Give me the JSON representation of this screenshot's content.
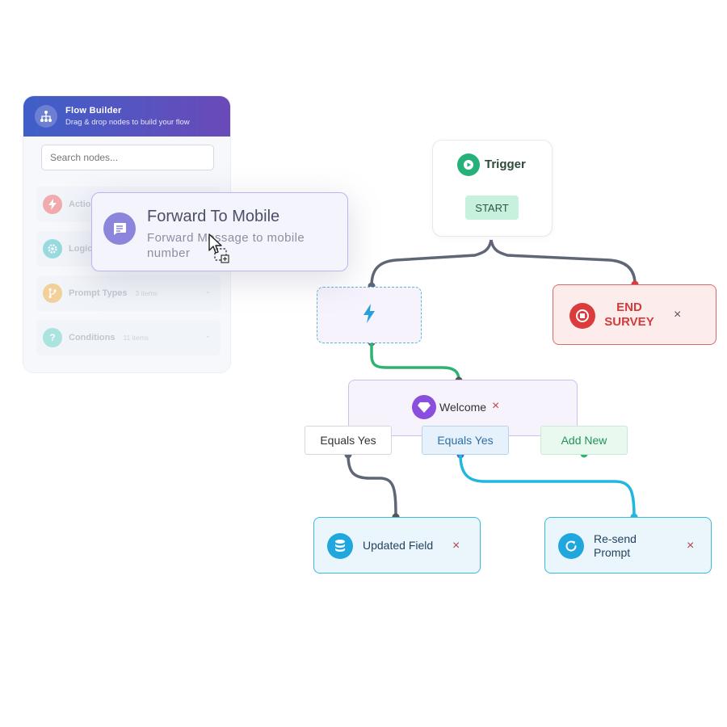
{
  "sidebar": {
    "title": "Flow Builder",
    "subtitle": "Drag & drop nodes to build your flow",
    "search_placeholder": "Search nodes...",
    "categories": [
      {
        "label": "Actions",
        "count": "",
        "color": "#ef6b6b",
        "icon": "lightning-icon"
      },
      {
        "label": "Logic",
        "count": "",
        "color": "#4fc3c8",
        "icon": "gear-icon"
      },
      {
        "label": "Prompt Types",
        "count": "3 items",
        "color": "#f2b04a",
        "icon": "branch-icon"
      },
      {
        "label": "Conditions",
        "count": "11 items",
        "color": "#6fd3c8",
        "icon": "question-icon"
      }
    ]
  },
  "drag_card": {
    "title": "Forward To Mobile",
    "description": "Forward Message to mobile number",
    "icon": "message-icon",
    "color": "#8b86dc"
  },
  "flow": {
    "trigger": {
      "title": "Trigger",
      "button": "START",
      "color": "#26b17a"
    },
    "action_slot": {
      "icon": "lightning-icon",
      "color": "#2a9fd8"
    },
    "end": {
      "line1": "END",
      "line2": "SURVEY",
      "color": "#dc3b3b"
    },
    "welcome": {
      "label": "Welcome",
      "color": "#8a4fdd"
    },
    "branches": [
      {
        "label": "Equals  Yes"
      },
      {
        "label": "Equals  Yes"
      },
      {
        "label": "Add New"
      }
    ],
    "leaves": [
      {
        "label": "Updated Field",
        "icon": "database-icon"
      },
      {
        "line1": "Re-send",
        "line2": "Prompt",
        "icon": "refresh-icon"
      }
    ],
    "close_glyph": "×"
  }
}
